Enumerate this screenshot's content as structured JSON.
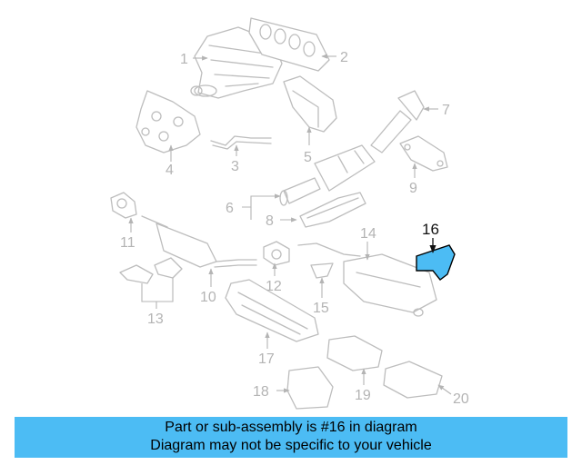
{
  "diagram": {
    "highlight_color": "#4cbcf4",
    "highlighted_part": "16",
    "callouts": [
      "1",
      "2",
      "3",
      "4",
      "5",
      "6",
      "7",
      "8",
      "9",
      "10",
      "11",
      "12",
      "13",
      "14",
      "15",
      "16",
      "17",
      "18",
      "19",
      "20"
    ]
  },
  "caption": {
    "line1": "Part or sub-assembly is #16 in diagram",
    "line2": "Diagram may not be specific to your vehicle",
    "background": "#4cbcf4"
  }
}
